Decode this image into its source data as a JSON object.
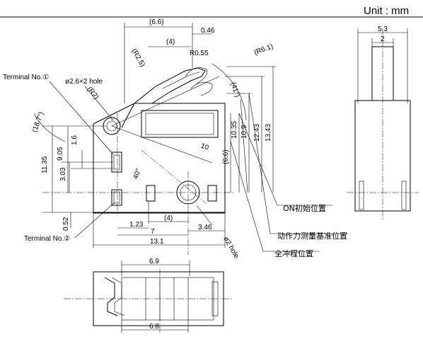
{
  "header": {
    "unit_label": "Unit : mm"
  },
  "callouts": {
    "terminal_1": "Terminal No.①",
    "terminal_2": "Terminal No.②",
    "hole_spec": "ø2.6×2 hole",
    "small_hole": "ø2 hole",
    "on_position": "ON初始位置",
    "operating_force_ref": "动作力测量基准位置",
    "full_travel": "全冲程位置"
  },
  "dimensions": {
    "d_6_6_top": "(6.6)",
    "d_0_46": "0.46",
    "d_4_top": "(4)",
    "d_r2_5": "(R2.5)",
    "d_r0_55": "R0.55",
    "d_r6_1": "(R6.1)",
    "d_r2": "(R2)",
    "d_41deg": "(41°)",
    "d_18_7deg": "(18.7°)",
    "d_11_35": "11.35",
    "d_9_05": "9.05",
    "d_1_6": "1.6",
    "d_3_03": "3.03",
    "d_0_52": "0.52",
    "d_10": "10",
    "d_40deg": "40°",
    "d_6_6_side": "(6.6)",
    "d_10_35": "10.35",
    "d_10_9": "10.9",
    "d_12_43": "12.43",
    "d_13_43": "13.43",
    "d_1_23": "1.23",
    "d_4_bottom": "(4)",
    "d_7": "7",
    "d_3_46": "3.46",
    "d_13_1": "13.1",
    "d_5_3": "5.3",
    "d_2": "2",
    "d_6_9": "6.9",
    "d_6_8": "6.8"
  }
}
